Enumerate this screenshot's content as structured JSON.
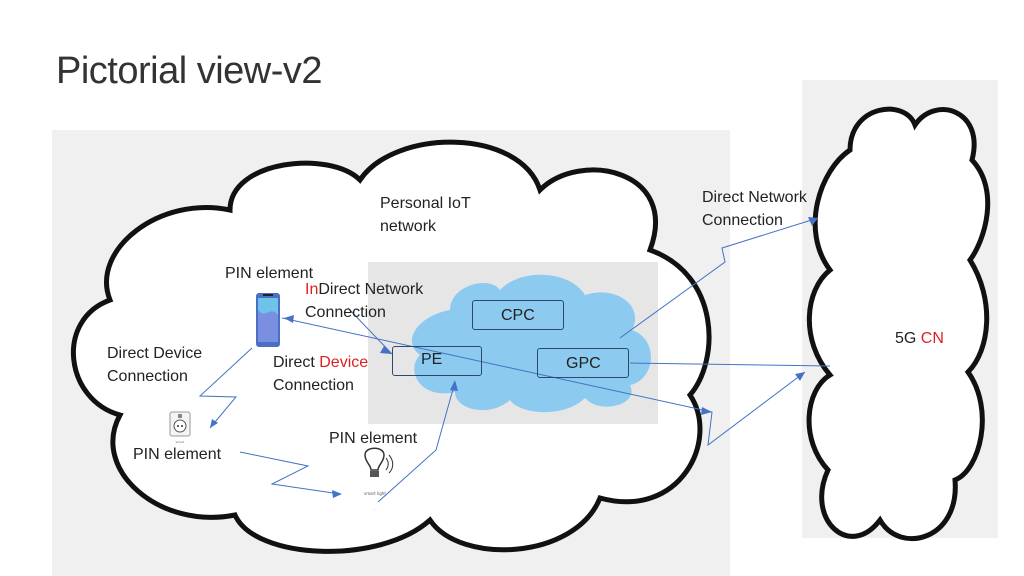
{
  "slide": {
    "title": "Pictorial view-v2"
  },
  "labels": {
    "personal_iot_line1": "Personal IoT",
    "personal_iot_line2": "network",
    "direct_network_line1": "Direct Network",
    "direct_network_line2": "Connection",
    "pin_element_top": "PIN element",
    "indirect_prefix": "In",
    "indirect_rest": "Direct Network",
    "indirect_line2": "Connection",
    "direct_device_left_line1": "Direct Device",
    "direct_device_left_line2": "Connection",
    "direct_device_mid_word1": "Direct",
    "direct_device_mid_word2": "Device",
    "direct_device_mid_line2": "Connection",
    "pin_element_bulb": "PIN element",
    "pin_element_plug": "PIN element",
    "cn_prefix": "5G",
    "cn_suffix": "CN"
  },
  "boxes": {
    "cpc": "CPC",
    "pe": "PE",
    "gpc": "GPC"
  },
  "icons": {
    "phone": "smartphone-icon",
    "plug": "smart-plug-icon",
    "bulb": "smart-light-icon"
  },
  "colors": {
    "cloud_fill": "#ffffff",
    "cloud_stroke": "#111111",
    "core_cloud": "#8ccaf0",
    "arrow": "#4472c4",
    "highlight": "#e02020"
  }
}
